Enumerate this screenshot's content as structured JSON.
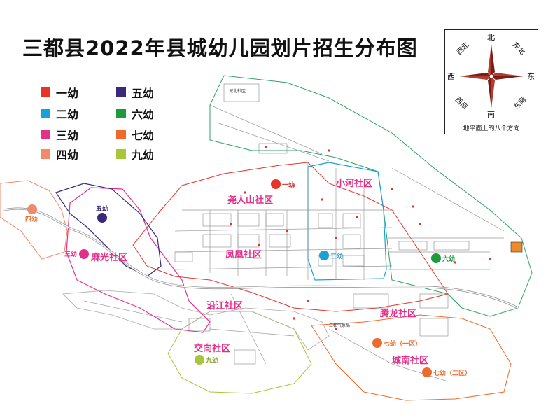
{
  "title": "三都县2022年县城幼儿园划片招生分布图",
  "legend": [
    {
      "label": "一幼",
      "color": "#e8332a"
    },
    {
      "label": "五幼",
      "color": "#3b2a7a"
    },
    {
      "label": "二幼",
      "color": "#1aa0d8"
    },
    {
      "label": "六幼",
      "color": "#1e9a3c"
    },
    {
      "label": "三幼",
      "color": "#e5308a"
    },
    {
      "label": "七幼",
      "color": "#ef6a2a"
    },
    {
      "label": "四幼",
      "color": "#f08a6a"
    },
    {
      "label": "九幼",
      "color": "#a8c63a"
    }
  ],
  "compass": {
    "north": "北",
    "south": "南",
    "east": "东",
    "west": "西",
    "northeast": "东北",
    "northwest": "西北",
    "southeast": "东南",
    "southwest": "西南",
    "caption": "地平面上的八个方向"
  },
  "communities": {
    "yaorenshan": "尧人山社区",
    "xiaohe": "小河社区",
    "mahuang": "麻光社区",
    "fenghuang": "凤凰社区",
    "yanjiang": "沿江社区",
    "tenglong": "腾龙社区",
    "jiaoxiang": "交向社区",
    "chengnan": "城南社区"
  },
  "schools": {
    "yi": "一幼",
    "er": "二幼",
    "san": "三幼",
    "si": "四幼",
    "wu": "五幼",
    "liu": "六幼",
    "qi1": "七幼（一区）",
    "qi2": "七幼（二区）",
    "jiu": "九幼"
  },
  "place_labels": {
    "chengbei": "城北社区",
    "meteo": "三都气象局"
  }
}
